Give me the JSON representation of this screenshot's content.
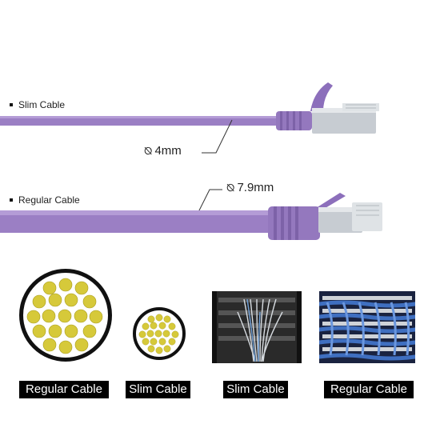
{
  "top_labels": {
    "slim": "Slim Cable",
    "regular": "Regular Cable"
  },
  "dimensions": {
    "slim": "4mm",
    "regular": "7.9mm",
    "symbol_icon": "diameter-icon"
  },
  "bottom_tags": {
    "regular_cross": "Regular Cable",
    "slim_cross": "Slim Cable",
    "slim_rack": "Slim Cable",
    "regular_rack": "Regular Cable"
  },
  "colors": {
    "cable": "#9b7fc4",
    "cable_dark": "#7d62a8",
    "conductor": "#d6c93a",
    "rack_blue": "#3f6fc0"
  }
}
